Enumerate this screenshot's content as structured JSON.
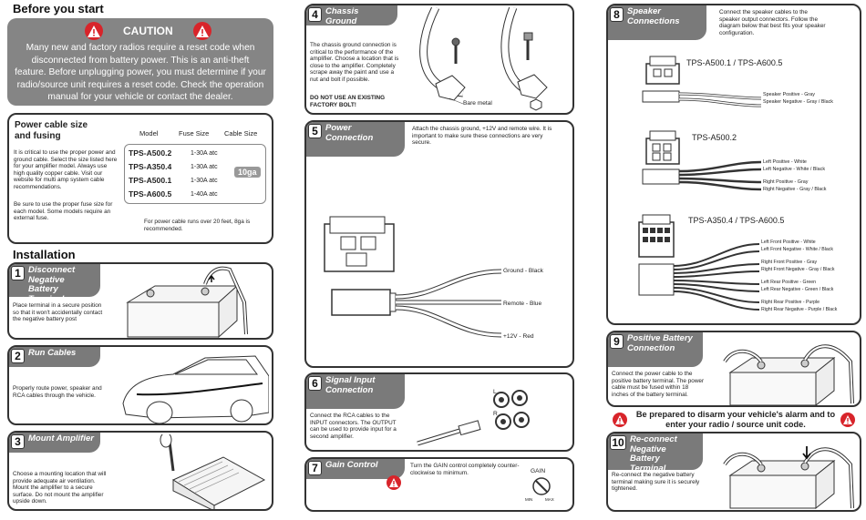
{
  "before_you_start": {
    "heading": "Before you start",
    "caution_title": "CAUTION",
    "caution_text": "Many new and factory radios require a reset code when disconnected from battery power. This is an anti-theft feature. Before unplugging power, you must determine if your radio/source unit requires a reset code. Check the operation manual for your vehicle or contact the dealer."
  },
  "power_cable": {
    "title": "Power cable size and fusing",
    "intro": "It is critical to use the proper power and ground cable. Select the size listed here for your amplifier model. Always use high quality copper cable. Visit our website for multi amp system cable recommendations.",
    "fuse_note": "Be sure to use the proper fuse size for each model. Some models require an external fuse.",
    "col_model": "Model",
    "col_fuse": "Fuse Size",
    "col_cable": "Cable Size",
    "rows": [
      {
        "model": "TPS-A500.2",
        "fuse": "1-30A atc"
      },
      {
        "model": "TPS-A350.4",
        "fuse": "1-30A atc"
      },
      {
        "model": "TPS-A500.1",
        "fuse": "1-30A atc"
      },
      {
        "model": "TPS-A600.5",
        "fuse": "1-40A atc"
      }
    ],
    "cable_size": "10ga",
    "long_run_note": "For power cable runs over 20 feet, 8ga is recommended."
  },
  "installation": {
    "heading": "Installation",
    "steps": [
      {
        "num": "1",
        "title": "Disconnect Negative Battery Terminal",
        "text": "Place terminal in a secure position so that it won't accidentally contact the negative battery post"
      },
      {
        "num": "2",
        "title": "Run Cables",
        "text": "Properly route power, speaker and RCA cables through the vehicle."
      },
      {
        "num": "3",
        "title": "Mount Amplifier",
        "text": "Choose a mounting location that will provide adequate air ventilation. Mount the amplifier to a secure surface. Do not mount the amplifier upside down."
      },
      {
        "num": "4",
        "title": "Chassis Ground",
        "text": "The chassis ground connection is critical to the performance of the amplifier. Choose a location that is close to the amplifier. Completely scrape away the paint and use a nut and bolt if possible.",
        "warning": "DO NOT USE AN EXISTING FACTORY BOLT!",
        "callout": "Bare metal"
      },
      {
        "num": "5",
        "title": "Power Connection",
        "text": "Attach the chassis ground, +12V and remote wire. It is important to make sure these connections are very secure."
      },
      {
        "num": "6",
        "title": "Signal Input Connection",
        "text": "Connect the RCA cables to the INPUT connectors. The OUTPUT can be used to provide input for a second amplifier."
      },
      {
        "num": "7",
        "title": "Gain Control",
        "text": "Turn the GAIN control completely counter-clockwise to minimum."
      },
      {
        "num": "8",
        "title": "Speaker Connections",
        "text": "Connect the speaker cables to the speaker output connectors. Follow the diagram below that best fits your speaker configuration."
      },
      {
        "num": "9",
        "title": "Positive Battery Connection",
        "text": "Connect the power cable to the positive battery terminal. The power cable must be fused within 18 inches of the battery terminal."
      },
      {
        "num": "10",
        "title": "Re-connect Negative Battery Terminal",
        "text": "Re-connect the negative battery terminal making sure it is securely tightened."
      }
    ]
  },
  "power_wires": [
    "Ground - Black",
    "Remote - Blue",
    "+12V - Red"
  ],
  "rca_labels": {
    "l": "L",
    "r": "R"
  },
  "gain": {
    "label": "GAIN",
    "min": "MIN",
    "max": "MAX"
  },
  "speaker": {
    "groups": [
      {
        "model": "TPS-A500.1 / TPS-A600.5",
        "wires": [
          "Speaker Positive - Gray",
          "Speaker Negative - Gray / Black"
        ]
      },
      {
        "model": "TPS-A500.2",
        "wires": [
          "Left Positive - White",
          "Left Negative - White / Black",
          "Right Positive - Gray",
          "Right Negative - Gray / Black"
        ]
      },
      {
        "model": "TPS-A350.4 / TPS-A600.5",
        "wires": [
          "Left Front Positive - White",
          "Left Front Negative - White / Black",
          "Right Front Positive - Gray",
          "Right Front Negative - Gray / Black",
          "Left Rear Positive - Green",
          "Left Rear Negative - Green / Black",
          "Right Rear Positive - Purple",
          "Right Rear Negative - Purple / Black"
        ]
      }
    ]
  },
  "alarm_warning": "Be prepared to disarm your vehicle's alarm and to enter your radio / source unit code.",
  "colors": {
    "tab_gray": "#7a7a7a",
    "warning_red": "#d8242a",
    "border": "#333333"
  }
}
